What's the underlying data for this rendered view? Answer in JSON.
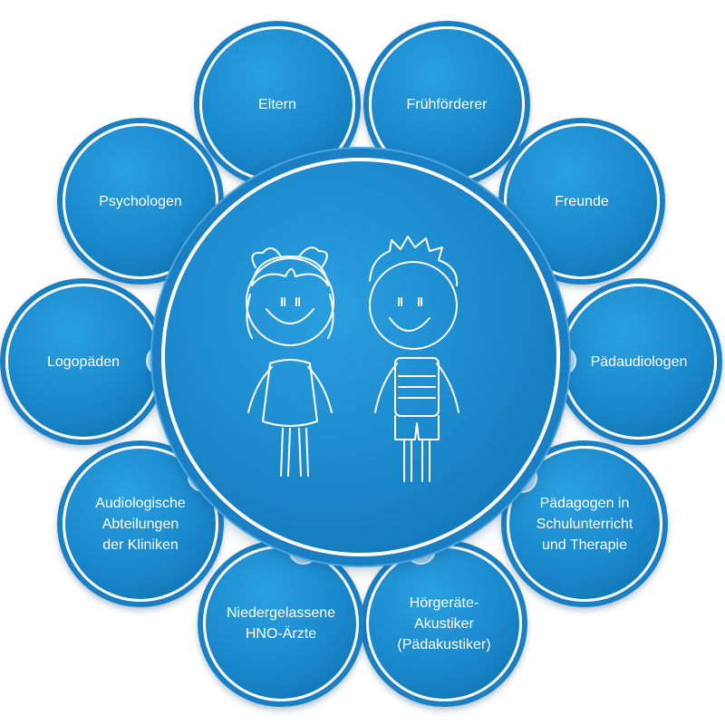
{
  "diagram": {
    "nodes": [
      {
        "id": "eltern",
        "label": "Eltern"
      },
      {
        "id": "fruehfoerderer",
        "label": "Frühförderer"
      },
      {
        "id": "freunde",
        "label": "Freunde"
      },
      {
        "id": "paedaudiologen",
        "label": "Pädaudiologen"
      },
      {
        "id": "paedagogen",
        "label": "Pädagogen in\nSchulunterricht\nund Therapie"
      },
      {
        "id": "hoergeraete",
        "label": "Hörgeräte-\nAkustiker\n(Pädakustiker)"
      },
      {
        "id": "hno",
        "label": "Niedergelassene\nHNO-Ärzte"
      },
      {
        "id": "audiologische",
        "label": "Audiologische\nAbteilungen\nder Kliniken"
      },
      {
        "id": "logopaeden",
        "label": "Logopäden"
      },
      {
        "id": "psychologen",
        "label": "Psychologen"
      }
    ],
    "center_icon": "two-children-drawing",
    "colors": {
      "circle": "#1a88cc",
      "circle_dark": "#0f6ea9",
      "connector": "#b8dcf2",
      "line_art": "#ffffff"
    }
  }
}
